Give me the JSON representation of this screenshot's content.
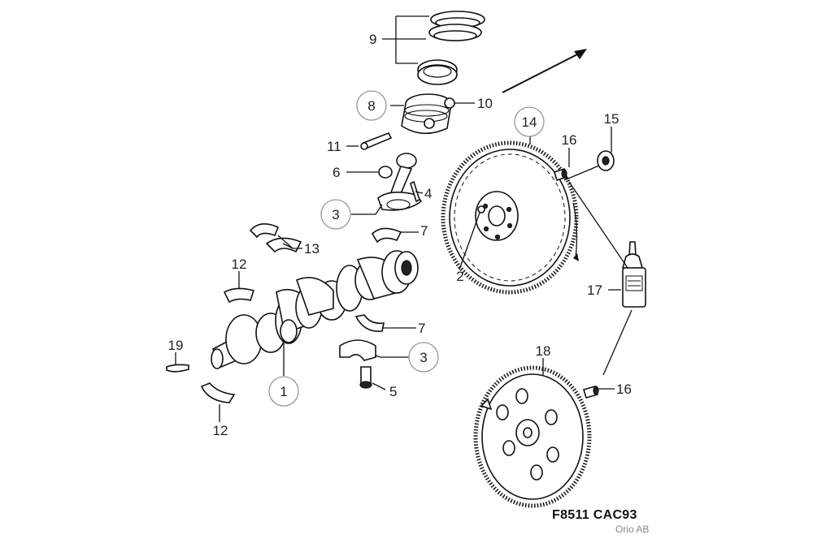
{
  "diagram": {
    "labels": {
      "p1": "1",
      "p2": "2",
      "p3a": "3",
      "p3b": "3",
      "p4": "4",
      "p5": "5",
      "p6": "6",
      "p7a": "7",
      "p7b": "7",
      "p8": "8",
      "p9": "9",
      "p10": "10",
      "p11": "11",
      "p12a": "12",
      "p12b": "12",
      "p13": "13",
      "p14": "14",
      "p15": "15",
      "p16a": "16",
      "p16b": "16",
      "p17": "17",
      "p18": "18",
      "p19": "19"
    },
    "reference_code": "F8511 CAC93",
    "owner": "Orio AB"
  }
}
